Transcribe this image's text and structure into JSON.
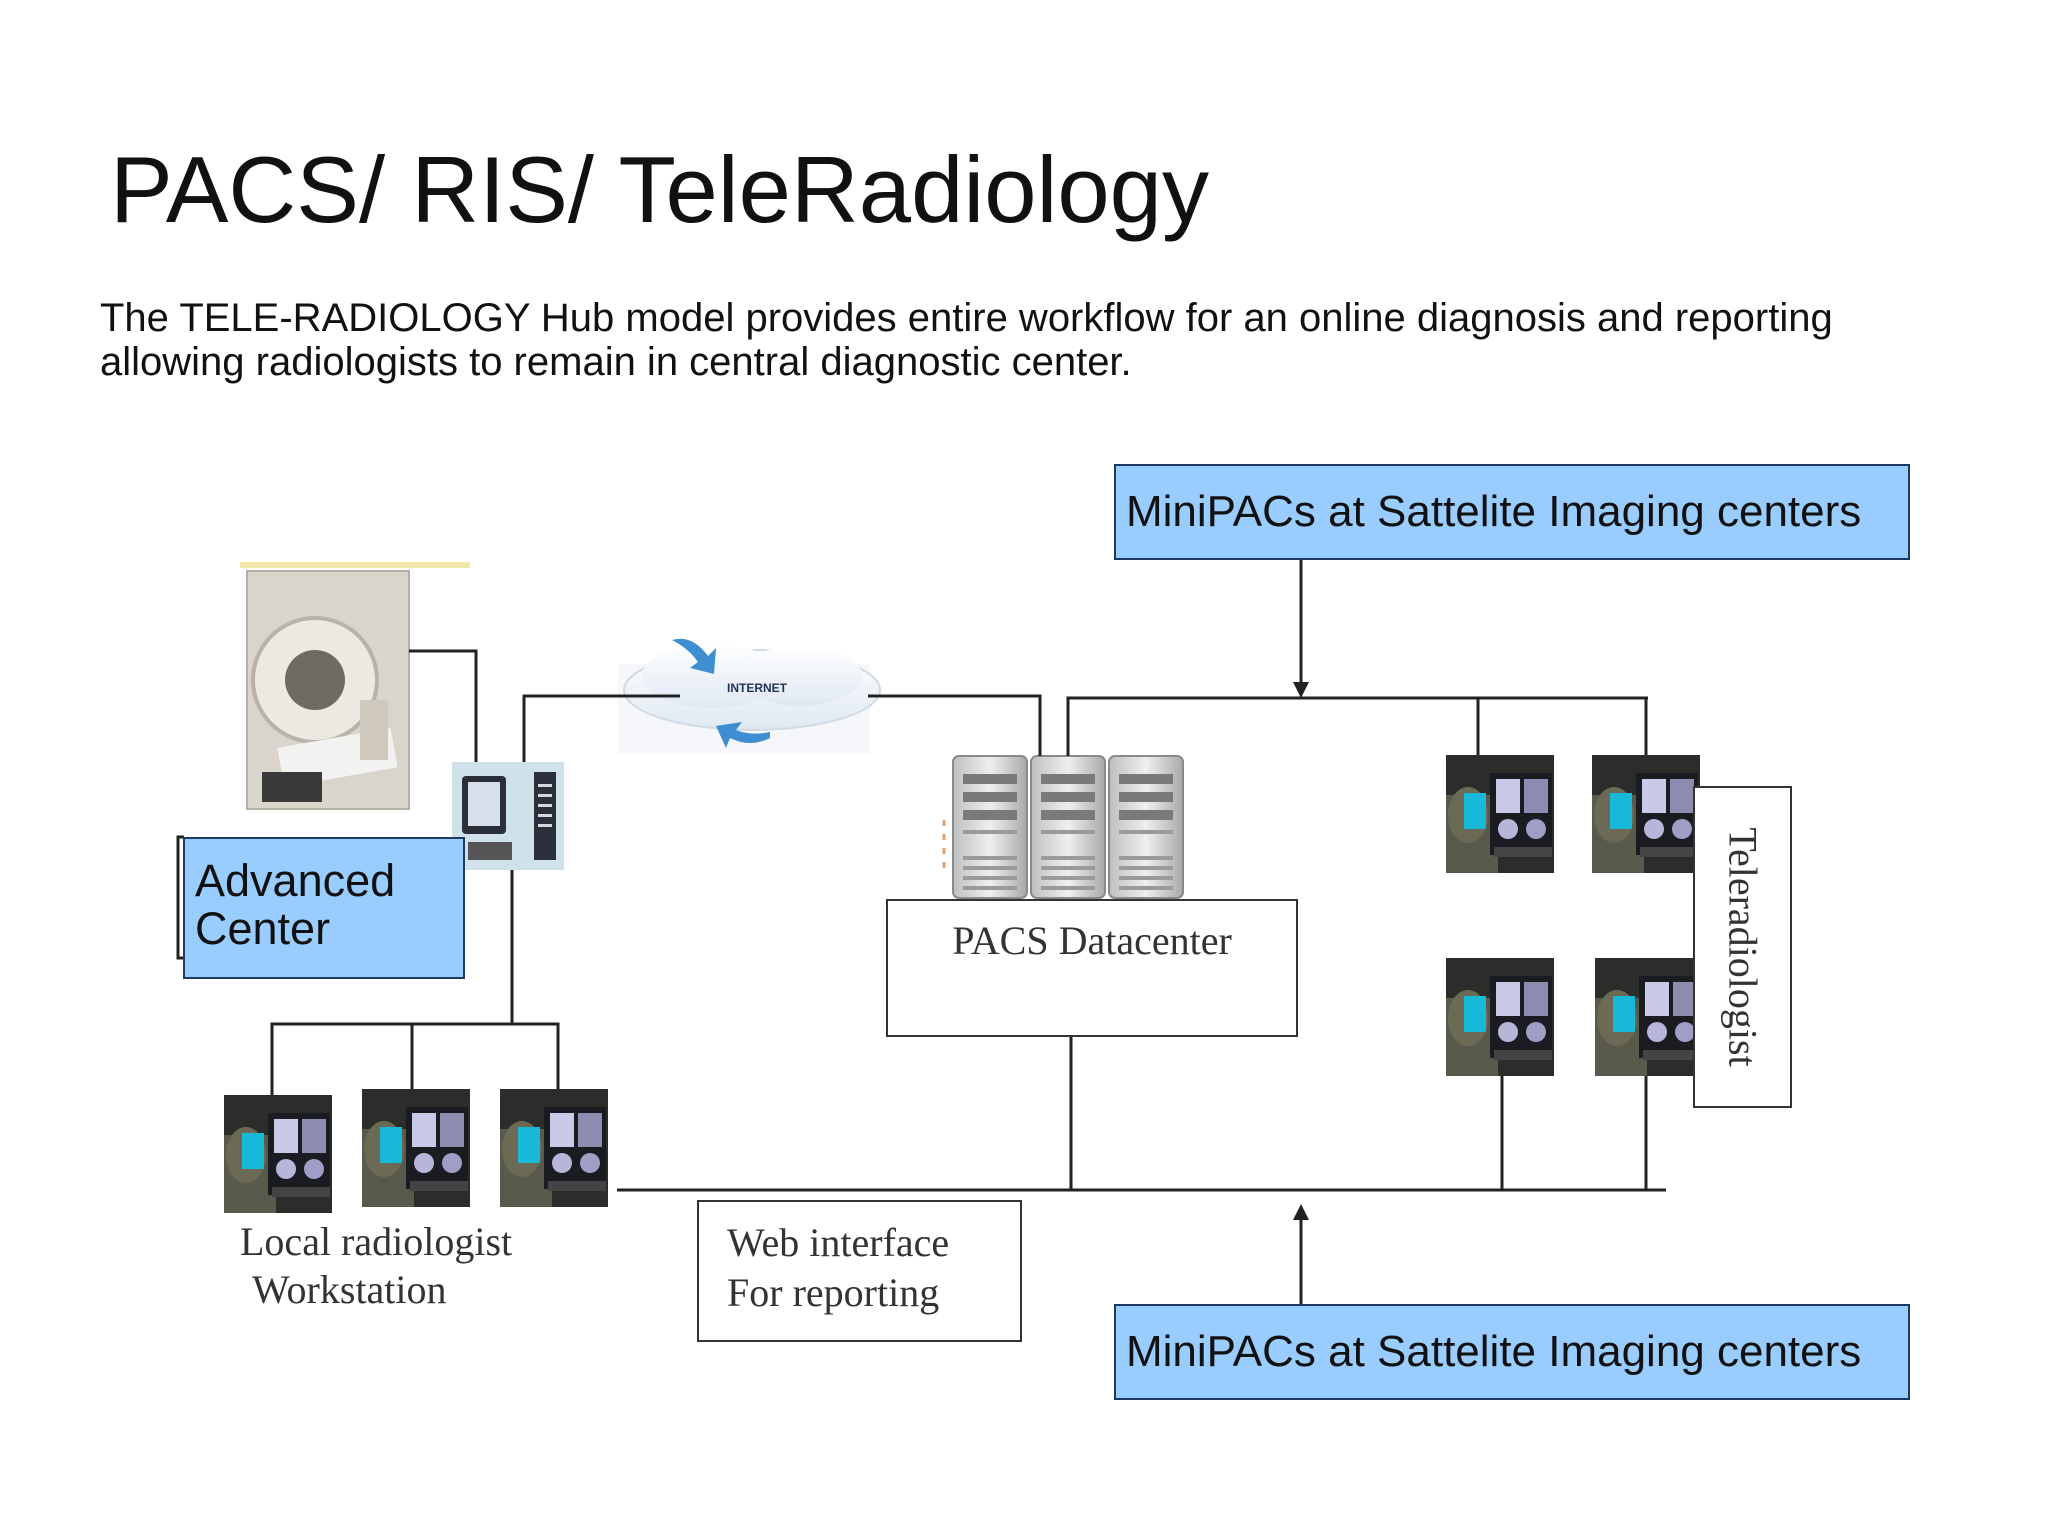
{
  "slide": {
    "title": "PACS/ RIS/ TeleRadiology",
    "subtitle": "The TELE-RADIOLOGY Hub model provides entire workflow for an online diagnosis and reporting allowing radiologists to remain in central diagnostic center."
  },
  "diagram": {
    "minipacs_top": "MiniPACs at Sattelite Imaging centers",
    "minipacs_bottom": "MiniPACs at Sattelite Imaging centers",
    "advanced_center": [
      "Advanced",
      "Center"
    ],
    "pacs_datacenter": "PACS Datacenter",
    "web_interface": [
      "Web interface",
      "For reporting"
    ],
    "teleradiologist": "Teleradiologist",
    "local_radiologist": [
      "Local radiologist",
      "Workstation"
    ],
    "internet_label": "INTERNET"
  },
  "colors": {
    "label_fill": "#99ccff",
    "label_border": "#1e3a5f",
    "connector": "#222222"
  }
}
